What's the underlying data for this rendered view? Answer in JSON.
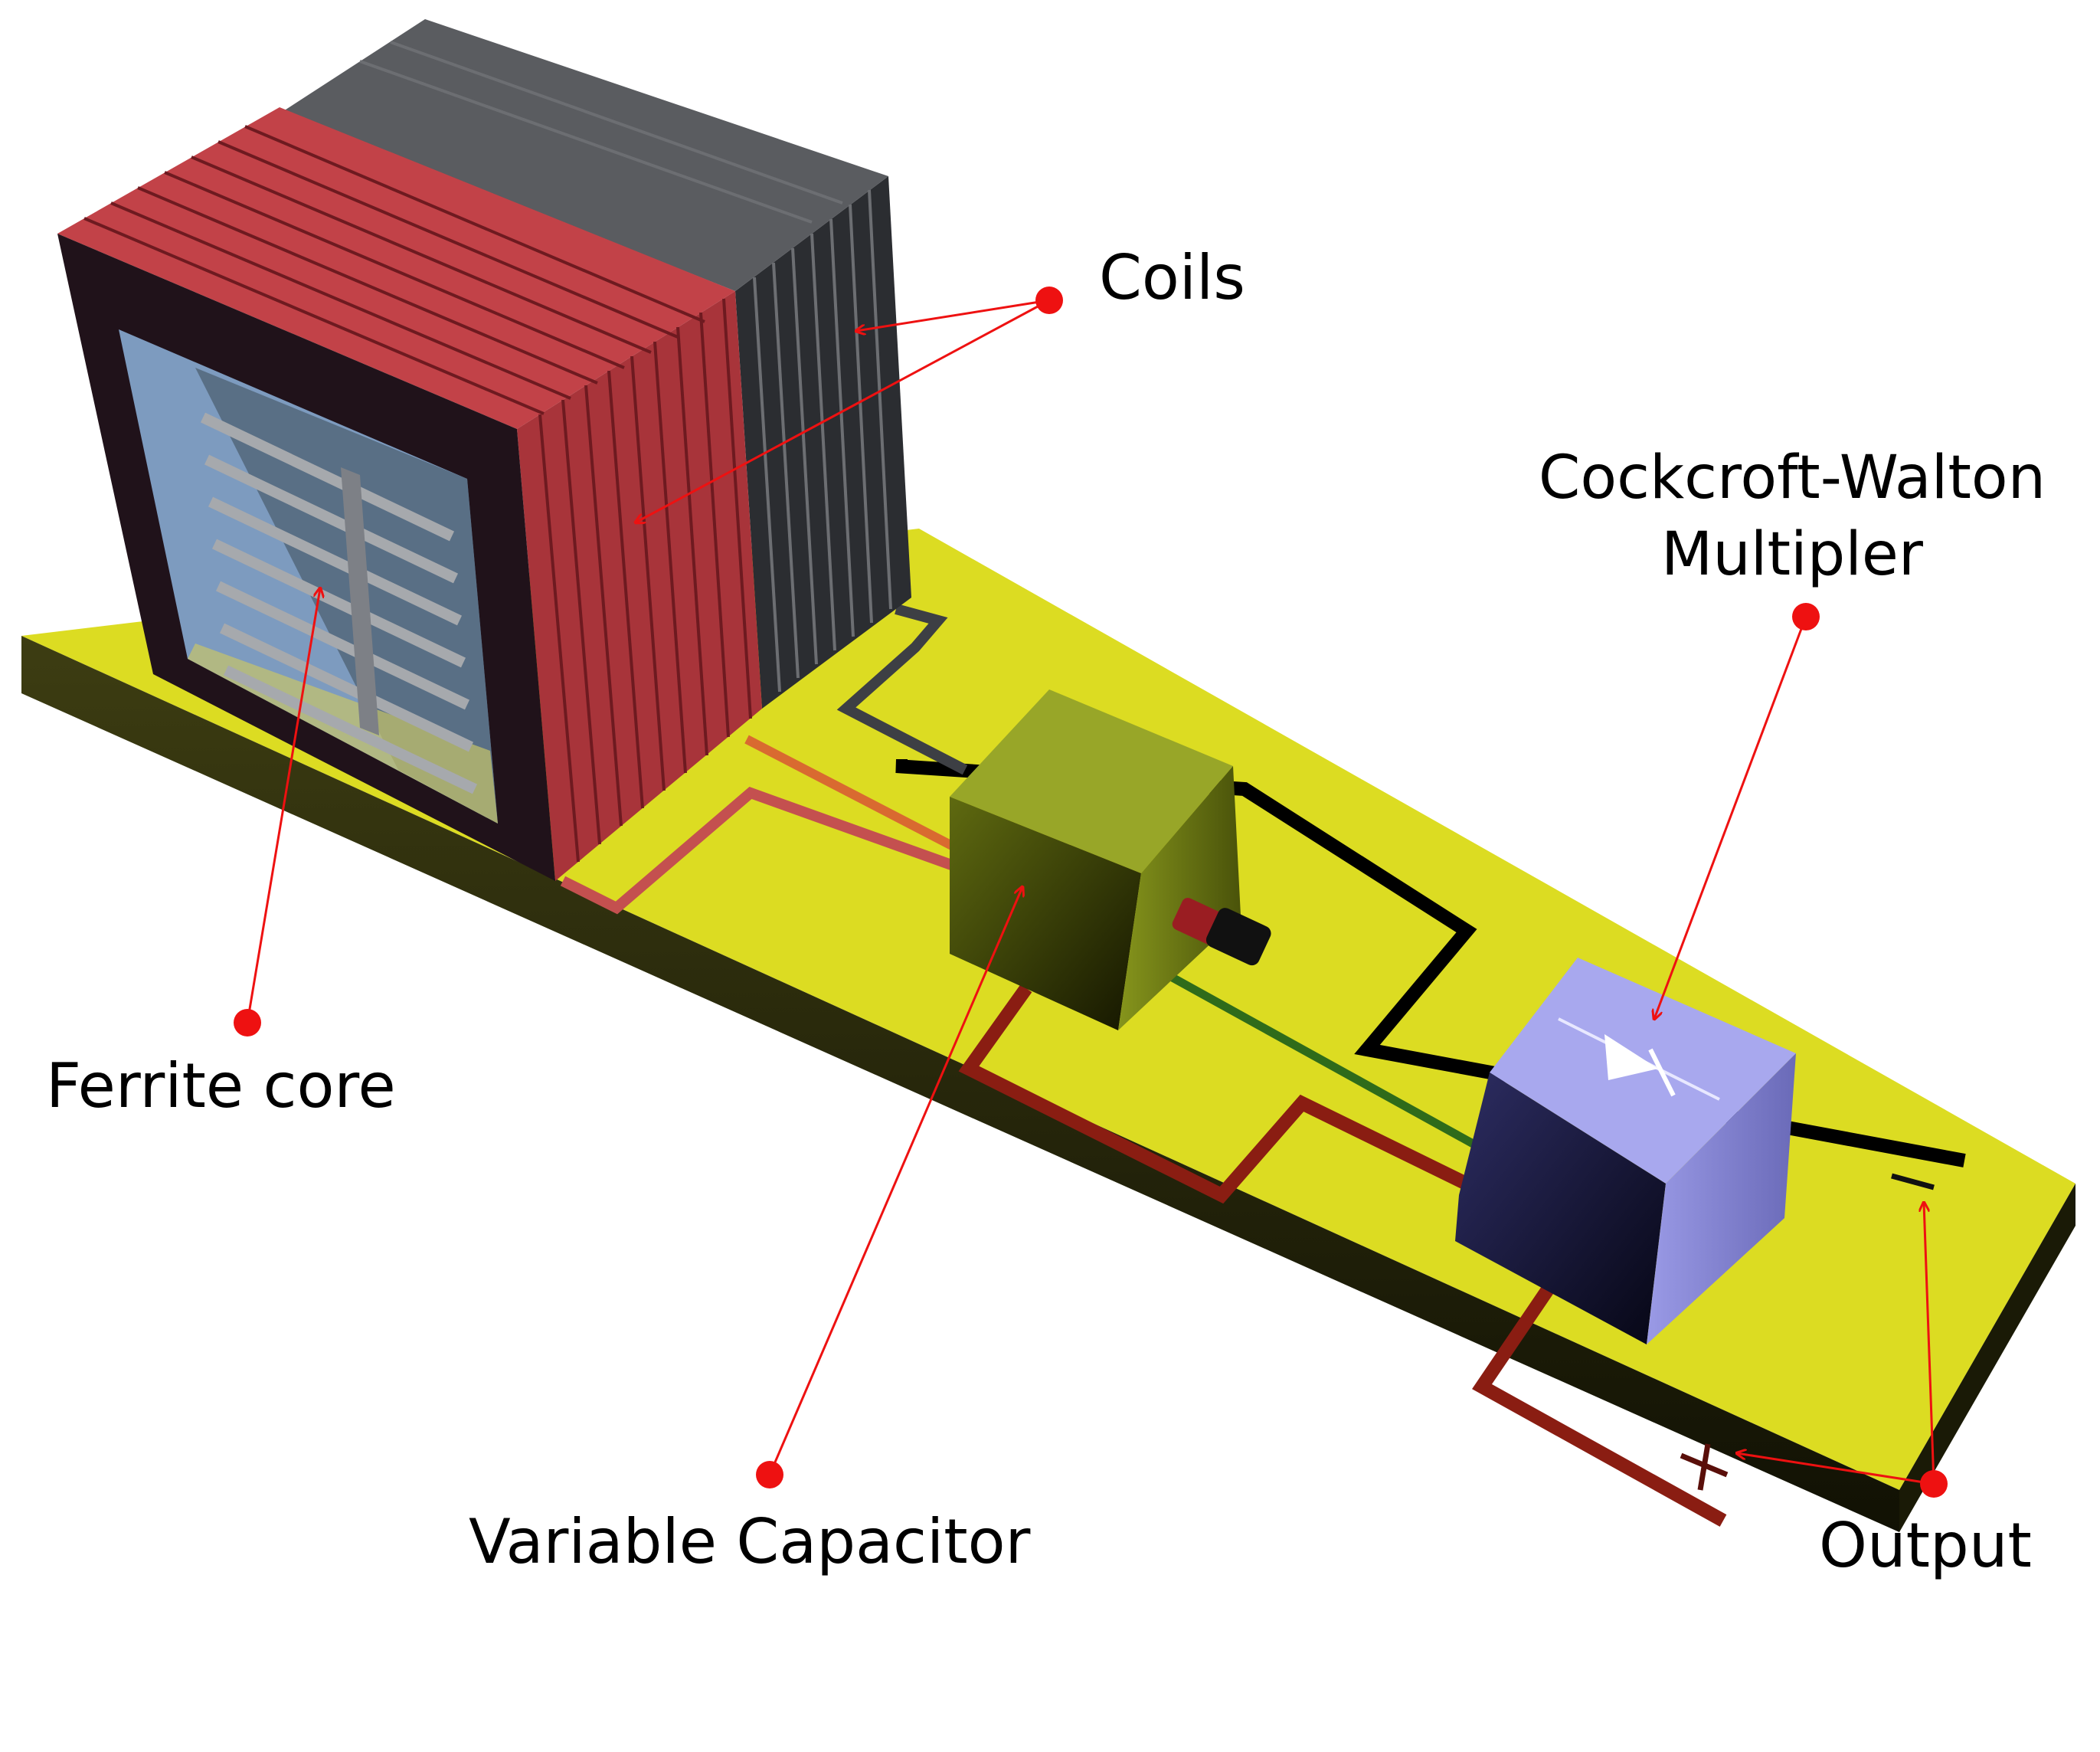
{
  "labels": {
    "coils": "Coils",
    "cockcroft_line1": "Cockcroft-Walton",
    "cockcroft_line2": "Multipler",
    "ferrite_core": "Ferrite core",
    "variable_capacitor": "Variable Capacitor",
    "output": "Output",
    "plus_symbol": "+",
    "minus_symbol": "−"
  },
  "colors": {
    "board_top": "#dcdc22",
    "board_front": "#26260a",
    "coil_red": "#b63a40",
    "coil_gray": "#3d3f44",
    "ferrite_blue": "#7d9bbf",
    "capacitor_green": "#6e7a12",
    "multiplier_violet": "#9a9ae6",
    "trace_red": "#8a1d12",
    "trace_black": "#000000",
    "trace_green": "#2f6b1a",
    "annotation": "#ee1111"
  }
}
